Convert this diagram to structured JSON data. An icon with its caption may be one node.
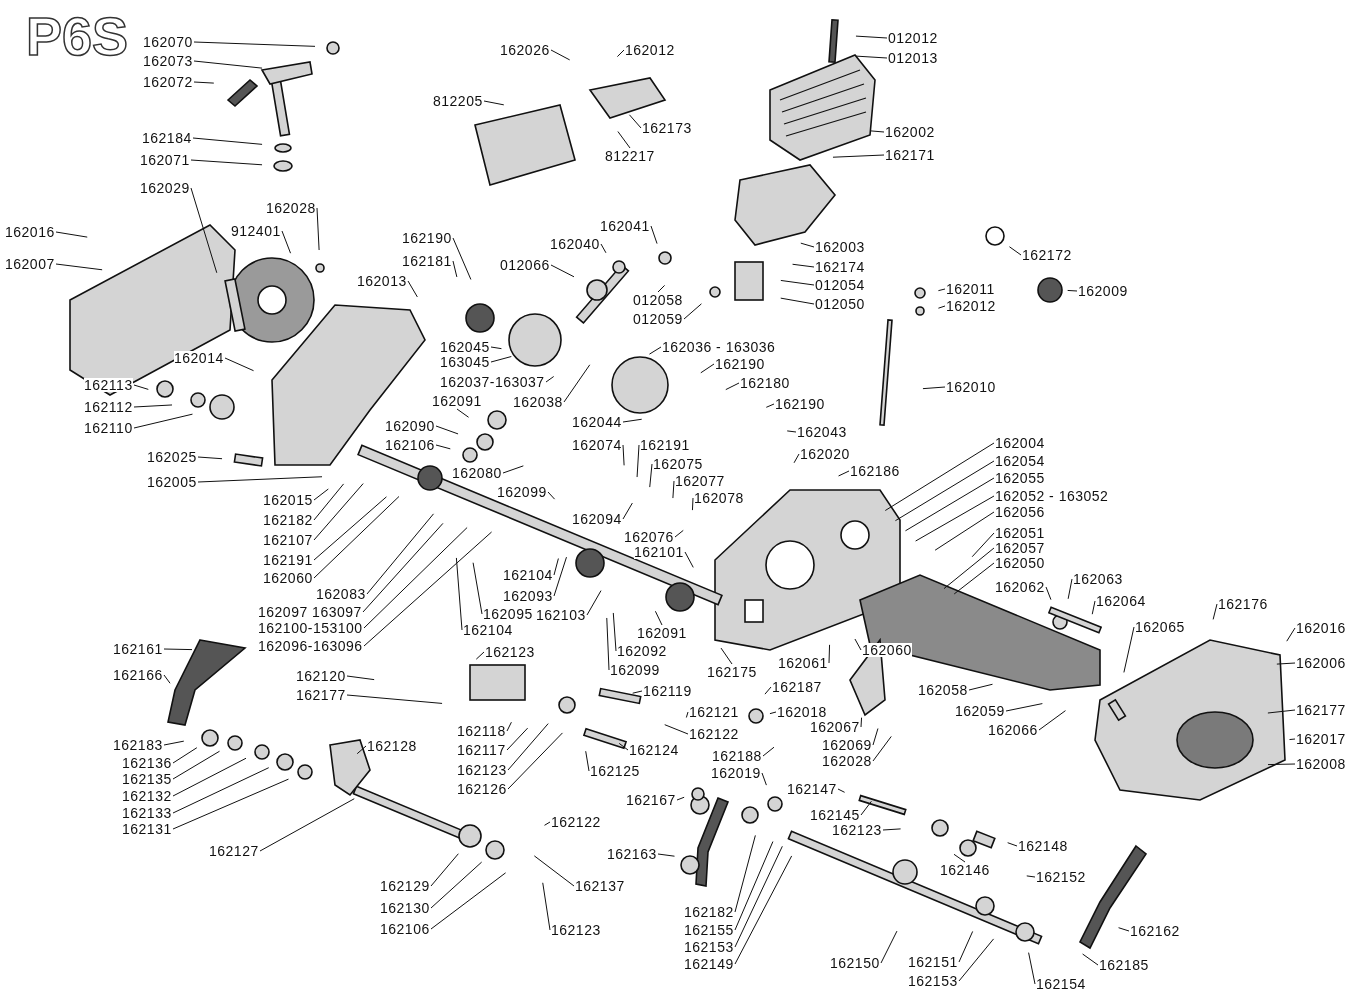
{
  "diagram": {
    "title": "P6S",
    "nodes": [
      {
        "text": [
          "162070"
        ]
      },
      {
        "text": [
          "162073"
        ]
      },
      {
        "text": [
          "162072"
        ]
      },
      {
        "text": [
          "162184"
        ]
      },
      {
        "text": [
          "162071"
        ]
      },
      {
        "text": [
          "162029"
        ]
      },
      {
        "text": [
          "162016"
        ]
      },
      {
        "text": [
          "162007"
        ]
      },
      {
        "text": [
          "912401"
        ]
      },
      {
        "text": [
          "162028"
        ]
      },
      {
        "text": [
          "162013"
        ]
      },
      {
        "text": [
          "162190"
        ]
      },
      {
        "text": [
          "162181"
        ]
      },
      {
        "text": [
          "162026"
        ]
      },
      {
        "text": [
          "162012"
        ]
      },
      {
        "text": [
          "812205"
        ]
      },
      {
        "text": [
          "812217"
        ]
      },
      {
        "text": [
          "162173"
        ]
      },
      {
        "text": [
          "012012"
        ]
      },
      {
        "text": [
          "012013"
        ]
      },
      {
        "text": [
          "162002"
        ]
      },
      {
        "text": [
          "162171"
        ]
      },
      {
        "text": [
          "162041"
        ]
      },
      {
        "text": [
          "162040"
        ]
      },
      {
        "text": [
          "012066"
        ]
      },
      {
        "text": [
          "012058"
        ]
      },
      {
        "text": [
          "012059"
        ]
      },
      {
        "text": [
          "162003"
        ]
      },
      {
        "text": [
          "162174"
        ]
      },
      {
        "text": [
          "012054"
        ]
      },
      {
        "text": [
          "012050"
        ]
      },
      {
        "text": [
          "162172"
        ]
      },
      {
        "text": [
          "162011"
        ]
      },
      {
        "text": [
          "162012"
        ]
      },
      {
        "text": [
          "162009"
        ]
      },
      {
        "text": [
          "162010"
        ]
      },
      {
        "text": [
          "162014"
        ]
      },
      {
        "text": [
          "162045"
        ]
      },
      {
        "text": [
          "163045"
        ]
      },
      {
        "text": [
          "162037-163037"
        ]
      },
      {
        "text": [
          "162038"
        ]
      },
      {
        "text": [
          "162036 - 163036"
        ]
      },
      {
        "text": [
          "162190"
        ]
      },
      {
        "text": [
          "162180"
        ]
      },
      {
        "text": [
          "162190"
        ]
      },
      {
        "text": [
          "162043"
        ]
      },
      {
        "text": [
          "162044"
        ]
      },
      {
        "text": [
          "162113"
        ]
      },
      {
        "text": [
          "162112"
        ]
      },
      {
        "text": [
          "162110"
        ]
      },
      {
        "text": [
          "162091"
        ]
      },
      {
        "text": [
          "162090"
        ]
      },
      {
        "text": [
          "162106"
        ]
      },
      {
        "text": [
          "162025"
        ]
      },
      {
        "text": [
          "162005"
        ]
      },
      {
        "text": [
          "162074"
        ]
      },
      {
        "text": [
          "162191"
        ]
      },
      {
        "text": [
          "162080"
        ]
      },
      {
        "text": [
          "162075"
        ]
      },
      {
        "text": [
          "162077"
        ]
      },
      {
        "text": [
          "162078"
        ]
      },
      {
        "text": [
          "162099"
        ]
      },
      {
        "text": [
          "162094"
        ]
      },
      {
        "text": [
          "162076"
        ]
      },
      {
        "text": [
          "162101"
        ]
      },
      {
        "text": [
          "162020"
        ]
      },
      {
        "text": [
          "162186"
        ]
      },
      {
        "text": [
          "162015"
        ]
      },
      {
        "text": [
          "162182"
        ]
      },
      {
        "text": [
          "162107"
        ]
      },
      {
        "text": [
          "162191"
        ]
      },
      {
        "text": [
          "162060"
        ]
      },
      {
        "text": [
          "162083"
        ]
      },
      {
        "text": [
          "162097 163097"
        ]
      },
      {
        "text": [
          "162100-153100"
        ]
      },
      {
        "text": [
          "162096-163096"
        ]
      },
      {
        "text": [
          "162104"
        ]
      },
      {
        "text": [
          "162093"
        ]
      },
      {
        "text": [
          "162095"
        ]
      },
      {
        "text": [
          "162103"
        ]
      },
      {
        "text": [
          "162104"
        ]
      },
      {
        "text": [
          "162091"
        ]
      },
      {
        "text": [
          "162092"
        ]
      },
      {
        "text": [
          "162099"
        ]
      },
      {
        "text": [
          "162004"
        ]
      },
      {
        "text": [
          "162054"
        ]
      },
      {
        "text": [
          "162055"
        ]
      },
      {
        "text": [
          "162052 - 163052"
        ]
      },
      {
        "text": [
          "162056"
        ]
      },
      {
        "text": [
          "162051"
        ]
      },
      {
        "text": [
          "162057"
        ]
      },
      {
        "text": [
          "162050"
        ]
      },
      {
        "text": [
          "162062"
        ]
      },
      {
        "text": [
          "162063"
        ]
      },
      {
        "text": [
          "162064"
        ]
      },
      {
        "text": [
          "162065"
        ]
      },
      {
        "text": [
          "162176"
        ]
      },
      {
        "text": [
          "162016"
        ]
      },
      {
        "text": [
          "162006"
        ]
      },
      {
        "text": [
          "162177"
        ]
      },
      {
        "text": [
          "162017"
        ]
      },
      {
        "text": [
          "162008"
        ]
      },
      {
        "text": [
          "162058"
        ]
      },
      {
        "text": [
          "162059"
        ]
      },
      {
        "text": [
          "162066"
        ]
      },
      {
        "text": [
          "162175"
        ]
      },
      {
        "text": [
          "162061"
        ]
      },
      {
        "text": [
          "162060"
        ]
      },
      {
        "text": [
          "162187"
        ]
      },
      {
        "text": [
          "162018"
        ]
      },
      {
        "text": [
          "162067"
        ]
      },
      {
        "text": [
          "162069"
        ]
      },
      {
        "text": [
          "162028"
        ]
      },
      {
        "text": [
          "162188"
        ]
      },
      {
        "text": [
          "162019"
        ]
      },
      {
        "text": [
          "162161"
        ]
      },
      {
        "text": [
          "162166"
        ]
      },
      {
        "text": [
          "162183"
        ]
      },
      {
        "text": [
          "162120"
        ]
      },
      {
        "text": [
          "162177"
        ]
      },
      {
        "text": [
          "162123"
        ]
      },
      {
        "text": [
          "162118"
        ]
      },
      {
        "text": [
          "162117"
        ]
      },
      {
        "text": [
          "162123"
        ]
      },
      {
        "text": [
          "162126"
        ]
      },
      {
        "text": [
          "162119"
        ]
      },
      {
        "text": [
          "162121"
        ]
      },
      {
        "text": [
          "162122"
        ]
      },
      {
        "text": [
          "162124"
        ]
      },
      {
        "text": [
          "162125"
        ]
      },
      {
        "text": [
          "162136"
        ]
      },
      {
        "text": [
          "162135"
        ]
      },
      {
        "text": [
          "162132"
        ]
      },
      {
        "text": [
          "162133"
        ]
      },
      {
        "text": [
          "162131"
        ]
      },
      {
        "text": [
          "162128"
        ]
      },
      {
        "text": [
          "162127"
        ]
      },
      {
        "text": [
          "162122"
        ]
      },
      {
        "text": [
          "162137"
        ]
      },
      {
        "text": [
          "162129"
        ]
      },
      {
        "text": [
          "162130"
        ]
      },
      {
        "text": [
          "162106"
        ]
      },
      {
        "text": [
          "162123"
        ]
      },
      {
        "text": [
          "162167"
        ]
      },
      {
        "text": [
          "162147"
        ]
      },
      {
        "text": [
          "162145"
        ]
      },
      {
        "text": [
          "162123"
        ]
      },
      {
        "text": [
          "162163"
        ]
      },
      {
        "text": [
          "162182"
        ]
      },
      {
        "text": [
          "162155"
        ]
      },
      {
        "text": [
          "162153"
        ]
      },
      {
        "text": [
          "162149"
        ]
      },
      {
        "text": [
          "162146"
        ]
      },
      {
        "text": [
          "162148"
        ]
      },
      {
        "text": [
          "162152"
        ]
      },
      {
        "text": [
          "162150"
        ]
      },
      {
        "text": [
          "162151"
        ]
      },
      {
        "text": [
          "162153"
        ]
      },
      {
        "text": [
          "162154"
        ]
      },
      {
        "text": [
          "162162"
        ]
      },
      {
        "text": [
          "162185"
        ]
      }
    ],
    "edges": [
      {
        "from": 0,
        "to": null,
        "arrow": "none"
      },
      {
        "from": 1,
        "to": null,
        "arrow": "none"
      },
      {
        "from": 2,
        "to": null,
        "arrow": "none"
      },
      {
        "from": 3,
        "to": null,
        "arrow": "none"
      },
      {
        "from": 4,
        "to": null,
        "arrow": "none"
      },
      {
        "from": 5,
        "to": null,
        "arrow": "none"
      },
      {
        "from": 6,
        "to": null,
        "arrow": "none"
      },
      {
        "from": 7,
        "to": null,
        "arrow": "none"
      },
      {
        "from": 8,
        "to": null,
        "arrow": "none"
      },
      {
        "from": 9,
        "to": null,
        "arrow": "none"
      },
      {
        "from": 10,
        "to": null,
        "arrow": "none"
      },
      {
        "from": 11,
        "to": null,
        "arrow": "none"
      },
      {
        "from": 12,
        "to": null,
        "arrow": "none"
      },
      {
        "from": 13,
        "to": null,
        "arrow": "none"
      },
      {
        "from": 14,
        "to": null,
        "arrow": "none"
      },
      {
        "from": 15,
        "to": null,
        "arrow": "none"
      },
      {
        "from": 16,
        "to": null,
        "arrow": "none"
      },
      {
        "from": 17,
        "to": null,
        "arrow": "none"
      },
      {
        "from": 18,
        "to": null,
        "arrow": "none"
      },
      {
        "from": 19,
        "to": null,
        "arrow": "none"
      },
      {
        "from": 20,
        "to": null,
        "arrow": "none"
      },
      {
        "from": 21,
        "to": null,
        "arrow": "none"
      },
      {
        "from": 22,
        "to": null,
        "arrow": "none"
      },
      {
        "from": 23,
        "to": null,
        "arrow": "none"
      },
      {
        "from": 24,
        "to": null,
        "arrow": "none"
      },
      {
        "from": 25,
        "to": null,
        "arrow": "none"
      },
      {
        "from": 26,
        "to": null,
        "arrow": "none"
      },
      {
        "from": 27,
        "to": null,
        "arrow": "none"
      },
      {
        "from": 28,
        "to": null,
        "arrow": "none"
      },
      {
        "from": 29,
        "to": null,
        "arrow": "none"
      },
      {
        "from": 30,
        "to": null,
        "arrow": "none"
      },
      {
        "from": 31,
        "to": null,
        "arrow": "none"
      },
      {
        "from": 32,
        "to": null,
        "arrow": "none"
      },
      {
        "from": 33,
        "to": null,
        "arrow": "none"
      },
      {
        "from": 34,
        "to": null,
        "arrow": "none"
      },
      {
        "from": 35,
        "to": null,
        "arrow": "none"
      },
      {
        "from": 36,
        "to": null,
        "arrow": "none"
      },
      {
        "from": 37,
        "to": null,
        "arrow": "none"
      },
      {
        "from": 38,
        "to": null,
        "arrow": "none"
      },
      {
        "from": 39,
        "to": null,
        "arrow": "none"
      },
      {
        "from": 40,
        "to": null,
        "arrow": "none"
      },
      {
        "from": 41,
        "to": null,
        "arrow": "none"
      },
      {
        "from": 42,
        "to": null,
        "arrow": "none"
      },
      {
        "from": 43,
        "to": null,
        "arrow": "none"
      },
      {
        "from": 44,
        "to": null,
        "arrow": "none"
      },
      {
        "from": 45,
        "to": null,
        "arrow": "none"
      },
      {
        "from": 46,
        "to": null,
        "arrow": "none"
      },
      {
        "from": 47,
        "to": null,
        "arrow": "none"
      },
      {
        "from": 48,
        "to": null,
        "arrow": "none"
      },
      {
        "from": 49,
        "to": null,
        "arrow": "none"
      },
      {
        "from": 50,
        "to": null,
        "arrow": "none"
      },
      {
        "from": 51,
        "to": null,
        "arrow": "none"
      },
      {
        "from": 52,
        "to": null,
        "arrow": "none"
      },
      {
        "from": 53,
        "to": null,
        "arrow": "none"
      },
      {
        "from": 54,
        "to": null,
        "arrow": "none"
      },
      {
        "from": 55,
        "to": null,
        "arrow": "none"
      },
      {
        "from": 56,
        "to": null,
        "arrow": "none"
      },
      {
        "from": 57,
        "to": null,
        "arrow": "none"
      },
      {
        "from": 58,
        "to": null,
        "arrow": "none"
      },
      {
        "from": 59,
        "to": null,
        "arrow": "none"
      },
      {
        "from": 60,
        "to": null,
        "arrow": "none"
      },
      {
        "from": 61,
        "to": null,
        "arrow": "none"
      },
      {
        "from": 62,
        "to": null,
        "arrow": "none"
      },
      {
        "from": 63,
        "to": null,
        "arrow": "none"
      },
      {
        "from": 64,
        "to": null,
        "arrow": "none"
      },
      {
        "from": 65,
        "to": null,
        "arrow": "none"
      },
      {
        "from": 66,
        "to": null,
        "arrow": "none"
      },
      {
        "from": 67,
        "to": null,
        "arrow": "none"
      },
      {
        "from": 68,
        "to": null,
        "arrow": "none"
      },
      {
        "from": 69,
        "to": null,
        "arrow": "none"
      },
      {
        "from": 70,
        "to": null,
        "arrow": "none"
      },
      {
        "from": 71,
        "to": null,
        "arrow": "none"
      },
      {
        "from": 72,
        "to": null,
        "arrow": "none"
      },
      {
        "from": 73,
        "to": null,
        "arrow": "none"
      },
      {
        "from": 74,
        "to": null,
        "arrow": "none"
      },
      {
        "from": 75,
        "to": null,
        "arrow": "none"
      },
      {
        "from": 76,
        "to": null,
        "arrow": "none"
      },
      {
        "from": 77,
        "to": null,
        "arrow": "none"
      },
      {
        "from": 78,
        "to": null,
        "arrow": "none"
      },
      {
        "from": 79,
        "to": null,
        "arrow": "none"
      },
      {
        "from": 80,
        "to": null,
        "arrow": "none"
      },
      {
        "from": 81,
        "to": null,
        "arrow": "none"
      },
      {
        "from": 82,
        "to": null,
        "arrow": "none"
      },
      {
        "from": 83,
        "to": null,
        "arrow": "none"
      },
      {
        "from": 84,
        "to": null,
        "arrow": "none"
      },
      {
        "from": 85,
        "to": null,
        "arrow": "none"
      },
      {
        "from": 86,
        "to": null,
        "arrow": "none"
      },
      {
        "from": 87,
        "to": null,
        "arrow": "none"
      },
      {
        "from": 88,
        "to": null,
        "arrow": "none"
      },
      {
        "from": 89,
        "to": null,
        "arrow": "none"
      },
      {
        "from": 90,
        "to": null,
        "arrow": "none"
      },
      {
        "from": 91,
        "to": null,
        "arrow": "none"
      },
      {
        "from": 92,
        "to": null,
        "arrow": "none"
      },
      {
        "from": 93,
        "to": null,
        "arrow": "none"
      },
      {
        "from": 94,
        "to": null,
        "arrow": "none"
      },
      {
        "from": 95,
        "to": null,
        "arrow": "none"
      },
      {
        "from": 96,
        "to": null,
        "arrow": "none"
      },
      {
        "from": 97,
        "to": null,
        "arrow": "none"
      },
      {
        "from": 98,
        "to": null,
        "arrow": "none"
      },
      {
        "from": 99,
        "to": null,
        "arrow": "none"
      },
      {
        "from": 100,
        "to": null,
        "arrow": "none"
      },
      {
        "from": 101,
        "to": null,
        "arrow": "none"
      },
      {
        "from": 102,
        "to": null,
        "arrow": "none"
      },
      {
        "from": 103,
        "to": null,
        "arrow": "none"
      },
      {
        "from": 104,
        "to": null,
        "arrow": "none"
      },
      {
        "from": 105,
        "to": null,
        "arrow": "none"
      },
      {
        "from": 106,
        "to": null,
        "arrow": "none"
      },
      {
        "from": 107,
        "to": null,
        "arrow": "none"
      },
      {
        "from": 108,
        "to": null,
        "arrow": "none"
      },
      {
        "from": 109,
        "to": null,
        "arrow": "none"
      },
      {
        "from": 110,
        "to": null,
        "arrow": "none"
      },
      {
        "from": 111,
        "to": null,
        "arrow": "none"
      },
      {
        "from": 112,
        "to": null,
        "arrow": "none"
      },
      {
        "from": 113,
        "to": null,
        "arrow": "none"
      },
      {
        "from": 114,
        "to": null,
        "arrow": "none"
      },
      {
        "from": 115,
        "to": null,
        "arrow": "none"
      },
      {
        "from": 116,
        "to": null,
        "arrow": "none"
      },
      {
        "from": 117,
        "to": null,
        "arrow": "none"
      },
      {
        "from": 118,
        "to": null,
        "arrow": "none"
      },
      {
        "from": 119,
        "to": null,
        "arrow": "none"
      },
      {
        "from": 120,
        "to": null,
        "arrow": "none"
      },
      {
        "from": 121,
        "to": null,
        "arrow": "none"
      },
      {
        "from": 122,
        "to": null,
        "arrow": "none"
      },
      {
        "from": 123,
        "to": null,
        "arrow": "none"
      },
      {
        "from": 124,
        "to": null,
        "arrow": "none"
      },
      {
        "from": 125,
        "to": null,
        "arrow": "none"
      },
      {
        "from": 126,
        "to": null,
        "arrow": "none"
      },
      {
        "from": 127,
        "to": null,
        "arrow": "none"
      },
      {
        "from": 128,
        "to": null,
        "arrow": "none"
      },
      {
        "from": 129,
        "to": null,
        "arrow": "none"
      },
      {
        "from": 130,
        "to": null,
        "arrow": "none"
      },
      {
        "from": 131,
        "to": null,
        "arrow": "none"
      },
      {
        "from": 132,
        "to": null,
        "arrow": "none"
      },
      {
        "from": 133,
        "to": null,
        "arrow": "none"
      },
      {
        "from": 134,
        "to": null,
        "arrow": "none"
      },
      {
        "from": 135,
        "to": null,
        "arrow": "none"
      },
      {
        "from": 136,
        "to": null,
        "arrow": "none"
      },
      {
        "from": 137,
        "to": null,
        "arrow": "none"
      },
      {
        "from": 138,
        "to": null,
        "arrow": "none"
      },
      {
        "from": 139,
        "to": null,
        "arrow": "none"
      },
      {
        "from": 140,
        "to": null,
        "arrow": "none"
      },
      {
        "from": 141,
        "to": null,
        "arrow": "none"
      },
      {
        "from": 142,
        "to": null,
        "arrow": "none"
      },
      {
        "from": 143,
        "to": null,
        "arrow": "none"
      },
      {
        "from": 144,
        "to": null,
        "arrow": "none"
      },
      {
        "from": 145,
        "to": null,
        "arrow": "none"
      },
      {
        "from": 146,
        "to": null,
        "arrow": "none"
      },
      {
        "from": 147,
        "to": null,
        "arrow": "none"
      },
      {
        "from": 148,
        "to": null,
        "arrow": "none"
      },
      {
        "from": 149,
        "to": null,
        "arrow": "none"
      },
      {
        "from": 150,
        "to": null,
        "arrow": "none"
      },
      {
        "from": 151,
        "to": null,
        "arrow": "none"
      },
      {
        "from": 152,
        "to": null,
        "arrow": "none"
      },
      {
        "from": 153,
        "to": null,
        "arrow": "none"
      },
      {
        "from": 154,
        "to": null,
        "arrow": "none"
      },
      {
        "from": 155,
        "to": null,
        "arrow": "none"
      },
      {
        "from": 156,
        "to": null,
        "arrow": "none"
      },
      {
        "from": 157,
        "to": null,
        "arrow": "none"
      },
      {
        "from": 158,
        "to": null,
        "arrow": "none"
      },
      {
        "from": 159,
        "to": null,
        "arrow": "none"
      },
      {
        "from": 160,
        "to": null,
        "arrow": "none"
      }
    ]
  }
}
